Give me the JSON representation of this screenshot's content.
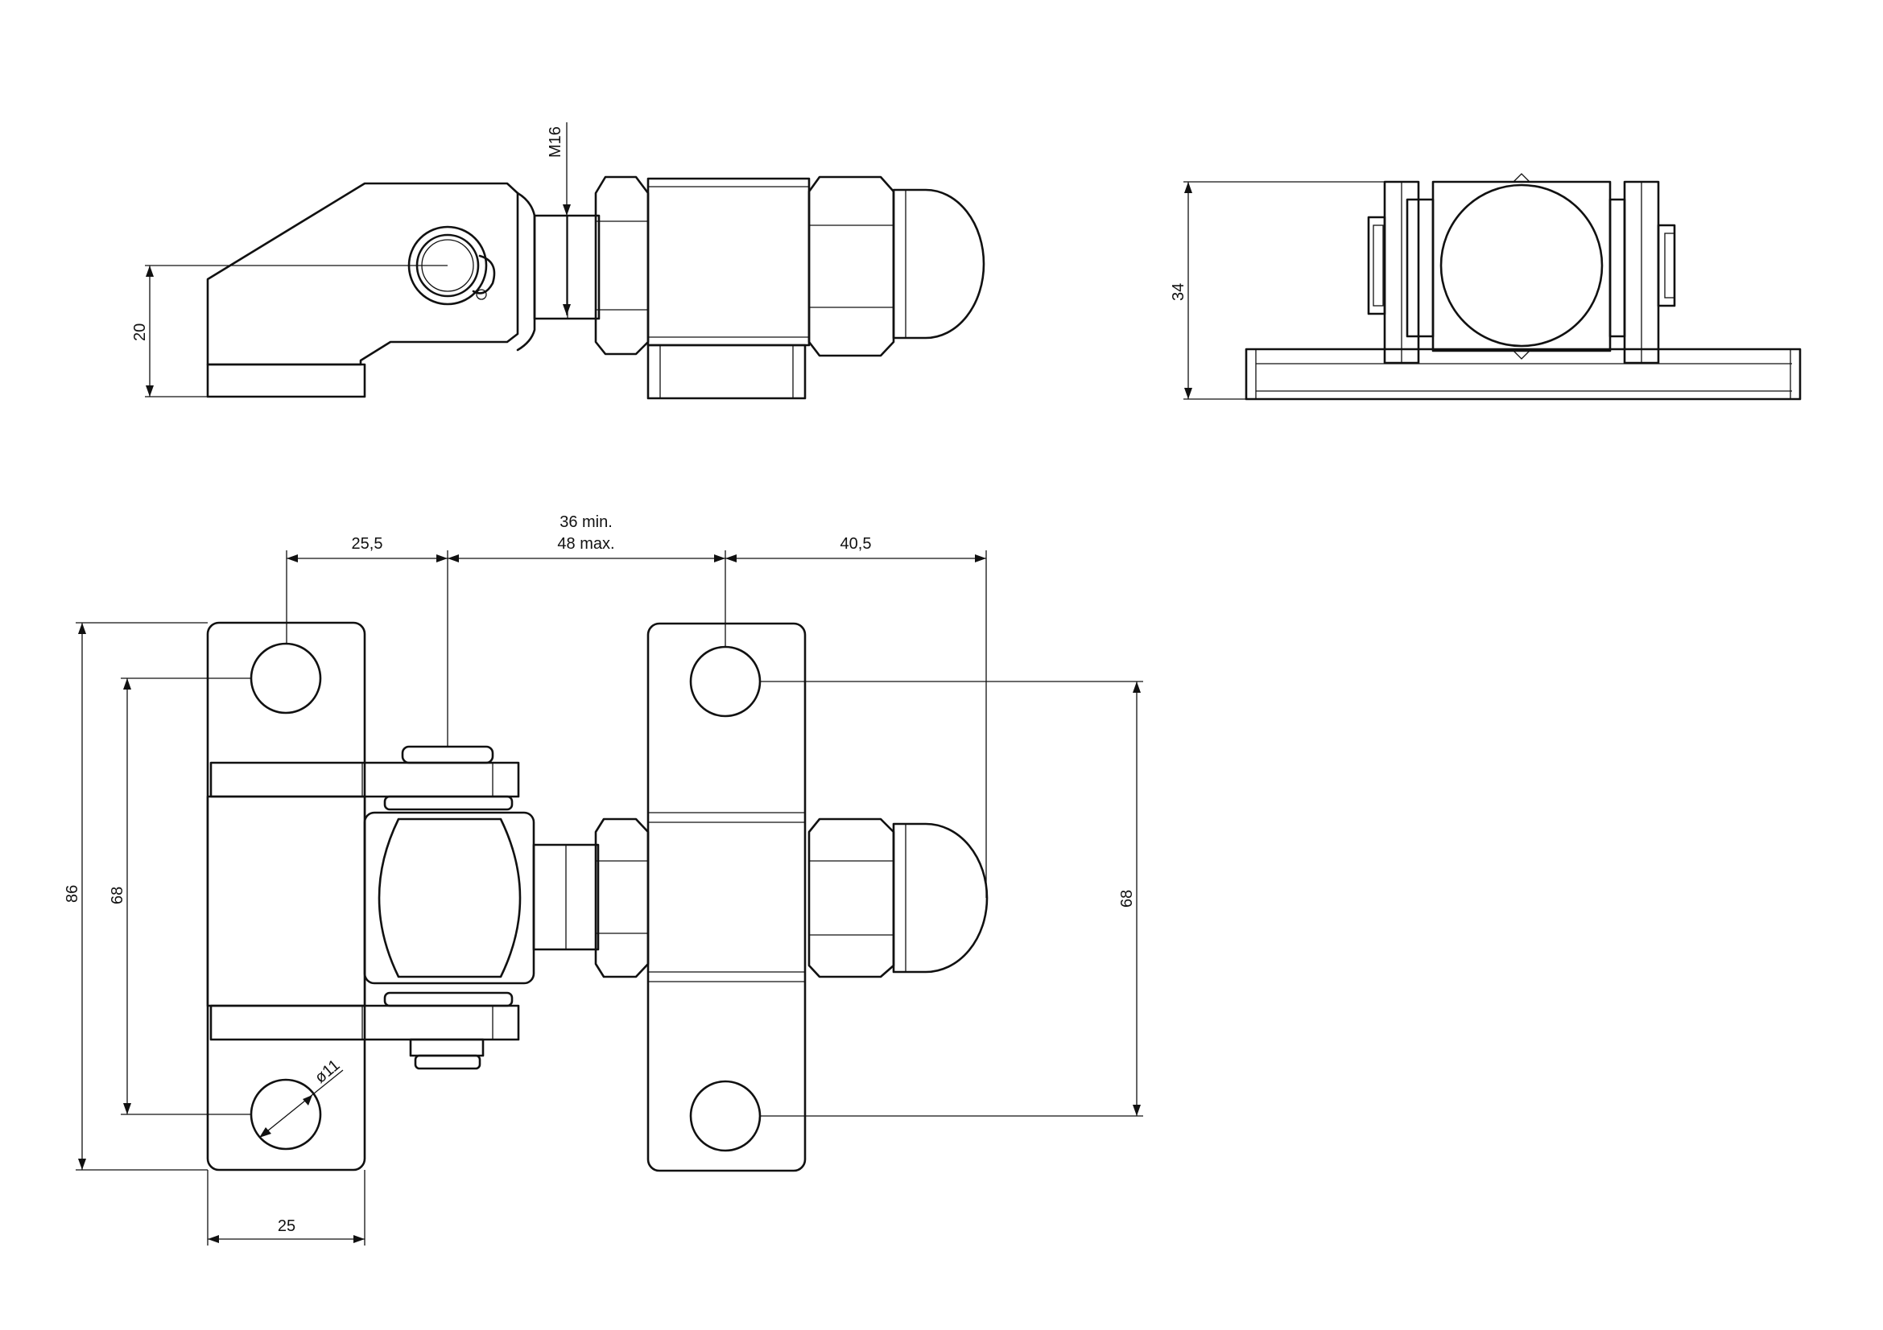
{
  "drawing": {
    "side_view": {
      "thread_label": "M16",
      "height_label": "20"
    },
    "end_view": {
      "height_label": "34"
    },
    "top_view": {
      "dim_left_offset": "25,5",
      "dim_gap_min": "36 min.",
      "dim_gap_max": "48 max.",
      "dim_right_offset": "40,5",
      "dim_overall_height": "86",
      "dim_left_hole_pitch": "68",
      "dim_right_hole_pitch": "68",
      "dim_hole_diameter": "ø11",
      "dim_plate_width": "25"
    }
  }
}
